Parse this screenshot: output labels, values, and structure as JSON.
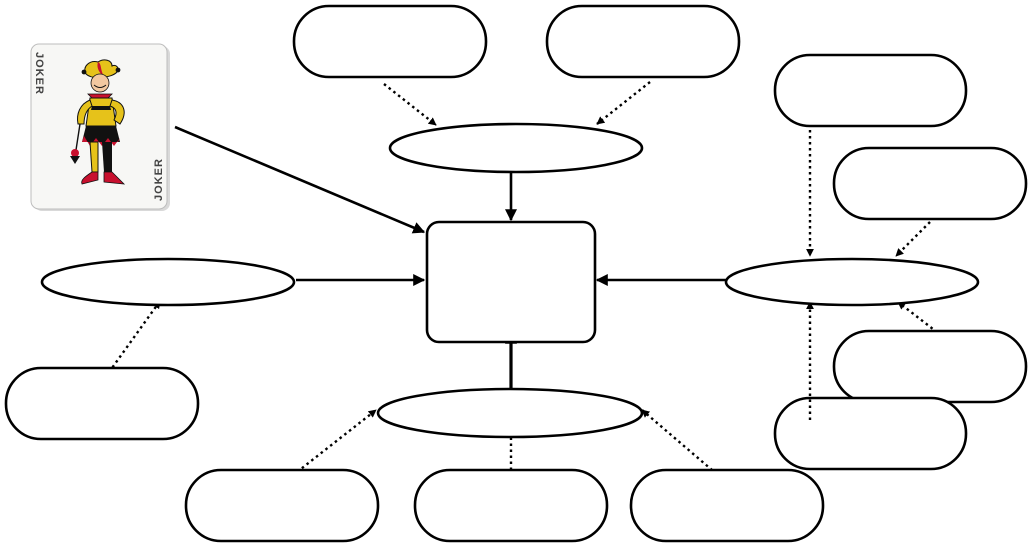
{
  "diagram": {
    "card": {
      "corner_text": "JOKER",
      "colors": {
        "yellow": "#e6c21a",
        "red": "#c8102e",
        "black": "#111111",
        "skin": "#f2c8a0",
        "card_bg": "#f7f7f5"
      }
    },
    "nodes": [
      {
        "id": "center-box",
        "label": ""
      },
      {
        "id": "top-ellipse",
        "label": ""
      },
      {
        "id": "left-ellipse",
        "label": ""
      },
      {
        "id": "right-ellipse",
        "label": ""
      },
      {
        "id": "bottom-ellipse",
        "label": ""
      },
      {
        "id": "top-left-rounded-box",
        "label": ""
      },
      {
        "id": "top-right-rounded-box",
        "label": ""
      },
      {
        "id": "left-lower-rounded-box",
        "label": ""
      },
      {
        "id": "right-top-rounded-box",
        "label": ""
      },
      {
        "id": "right-upper-mid-rounded-box",
        "label": ""
      },
      {
        "id": "right-lower-mid-rounded-box",
        "label": ""
      },
      {
        "id": "right-bottom-rounded-box",
        "label": ""
      },
      {
        "id": "bottom-left-rounded-box",
        "label": ""
      },
      {
        "id": "bottom-middle-rounded-box",
        "label": ""
      },
      {
        "id": "bottom-right-rounded-box",
        "label": ""
      }
    ]
  }
}
